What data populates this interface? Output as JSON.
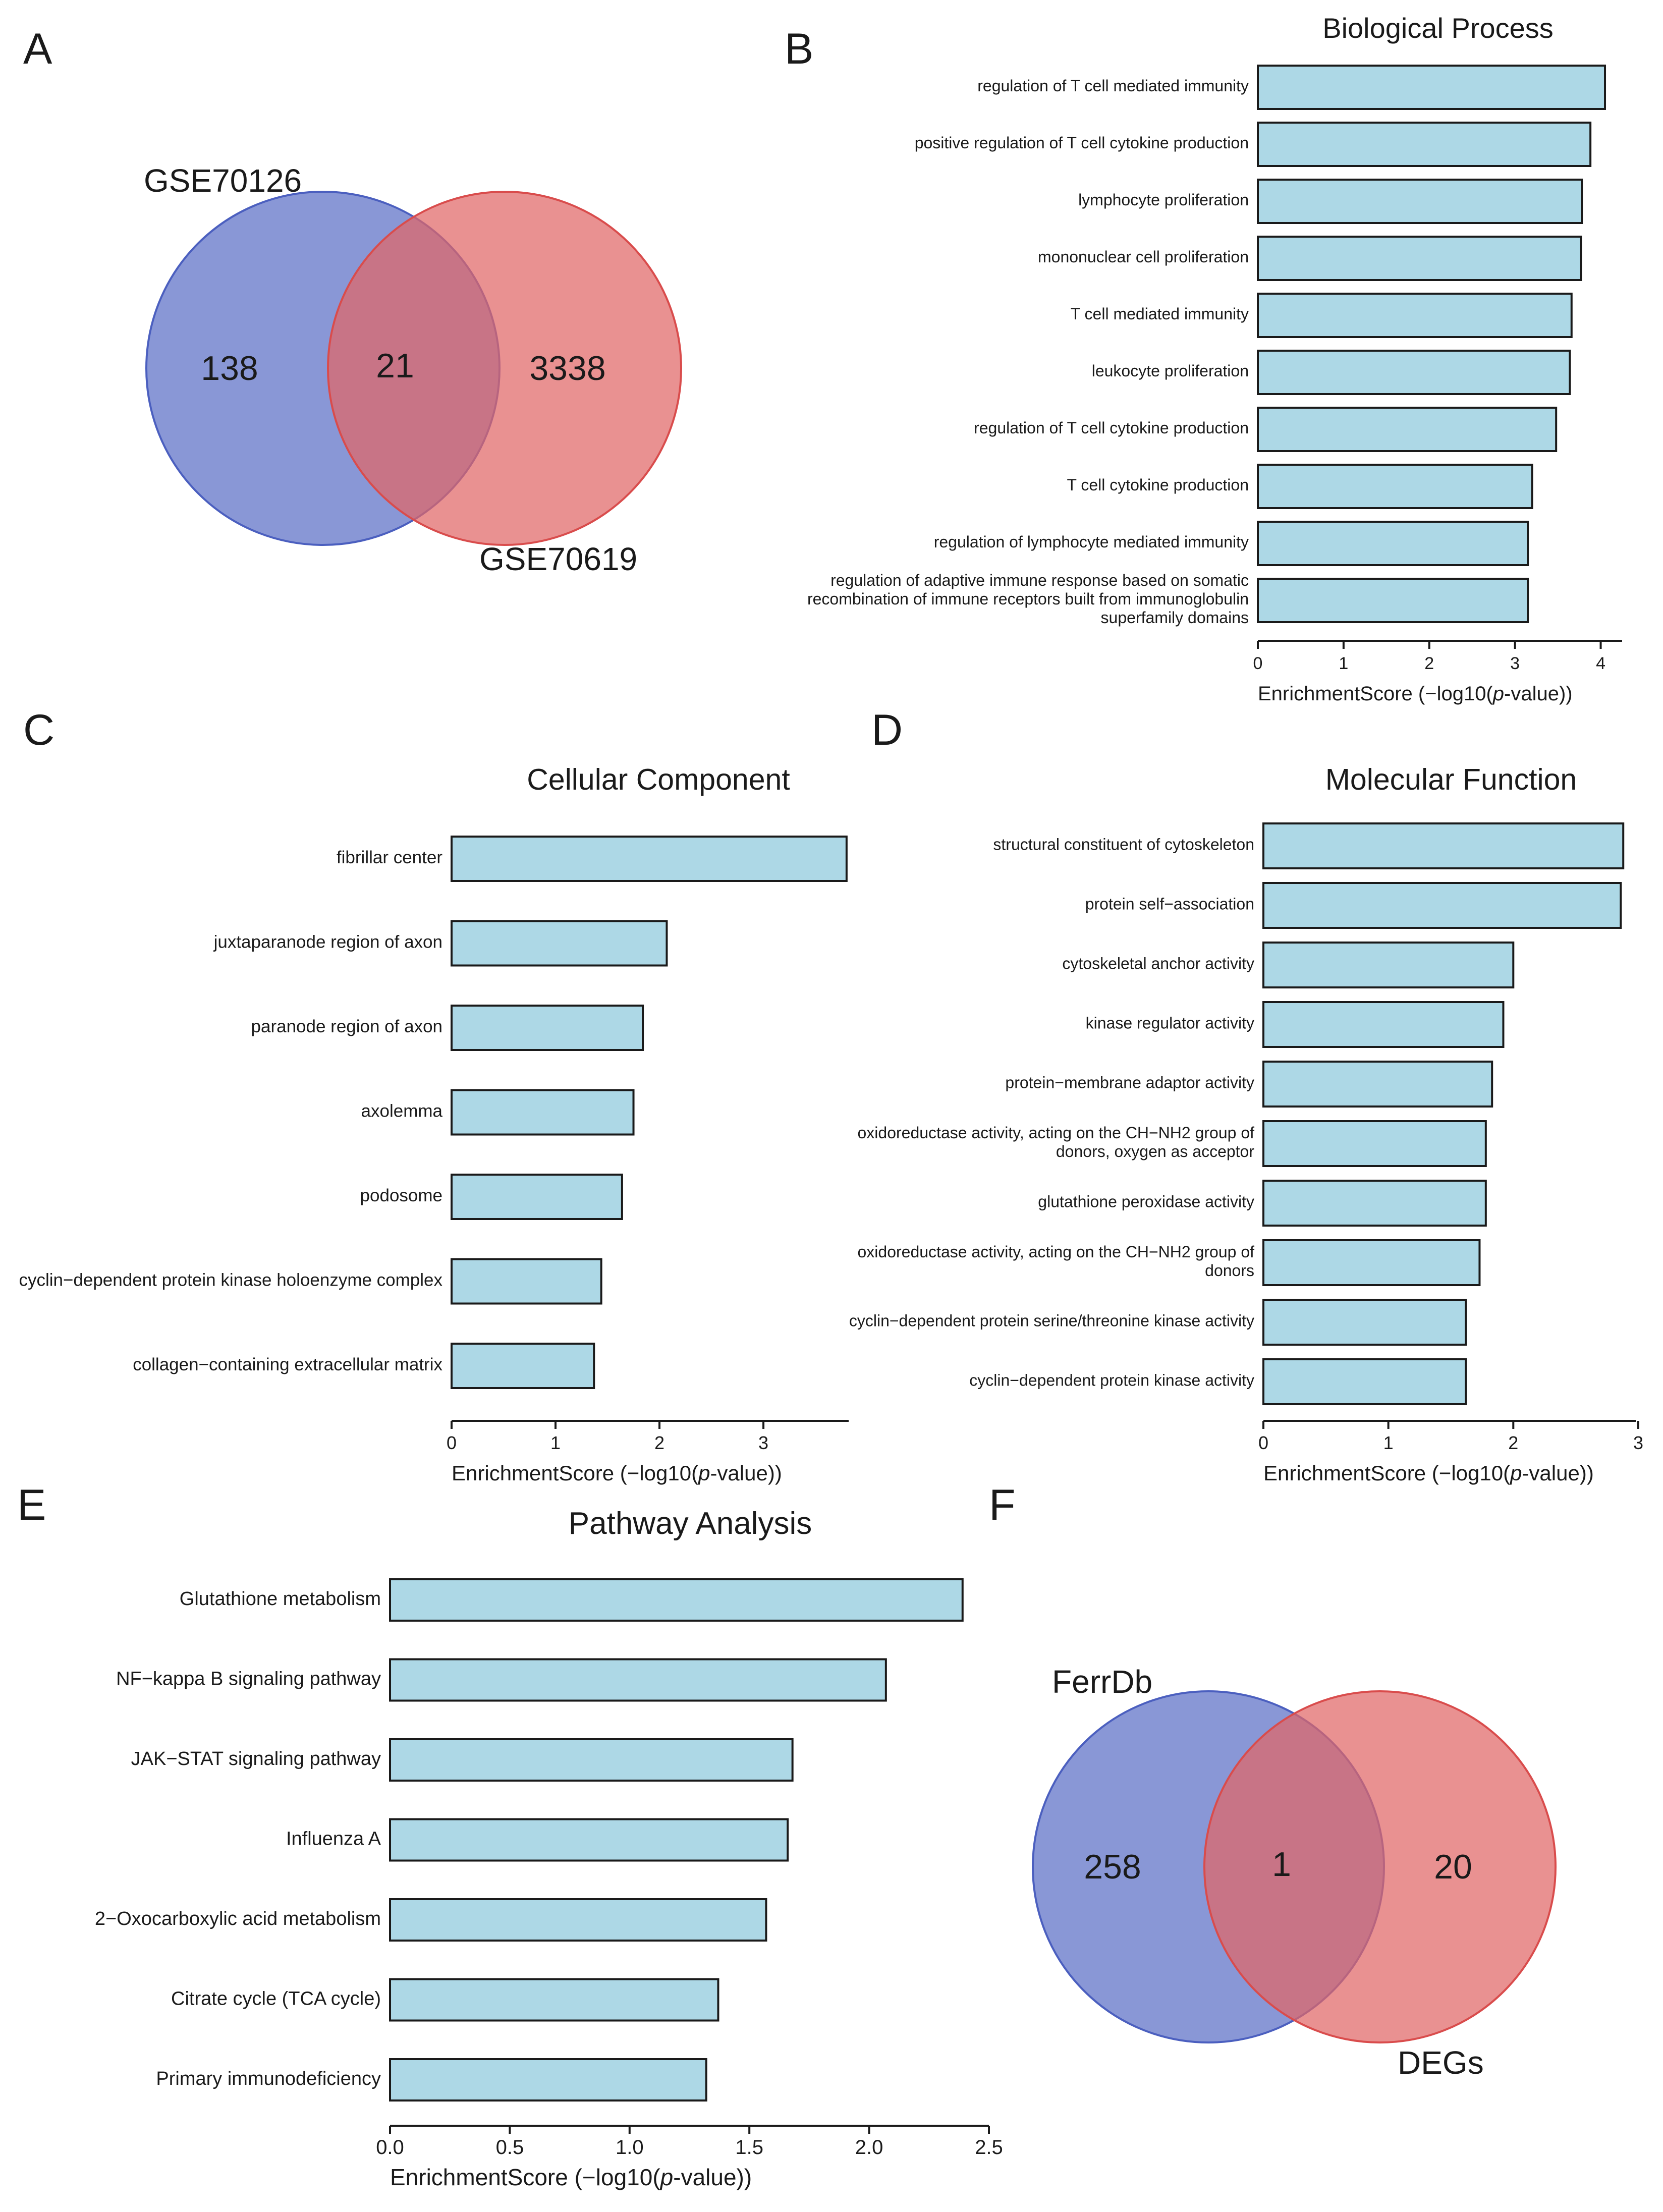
{
  "panels": {
    "A": "A",
    "B": "B",
    "C": "C",
    "D": "D",
    "E": "E",
    "F": "F"
  },
  "colors": {
    "venn_left": "#5b6fc6",
    "venn_right": "#e06666",
    "bar_fill": "#add8e6",
    "bar_stroke": "#1a1a1a"
  },
  "chart_data": [
    {
      "id": "A",
      "type": "venn",
      "sets": [
        {
          "name": "GSE70126",
          "only": 138
        },
        {
          "name": "GSE70619",
          "only": 3338
        }
      ],
      "intersection": 21
    },
    {
      "id": "B",
      "type": "bar",
      "orientation": "horizontal",
      "title": "Biological Process",
      "xlabel_prefix": "EnrichmentScore (−log10(",
      "xlabel_italic": "p",
      "xlabel_suffix": "-value))",
      "xlim": [
        0,
        4.25
      ],
      "xticks": [
        "0",
        "1",
        "2",
        "3",
        "4"
      ],
      "categories": [
        "regulation of T cell mediated immunity",
        "positive regulation of T cell cytokine production",
        "lymphocyte proliferation",
        "mononuclear cell proliferation",
        "T cell mediated immunity",
        "leukocyte proliferation",
        "regulation of T cell cytokine production",
        "T cell cytokine production",
        "regulation of lymphocyte mediated immunity",
        "regulation of adaptive immune response based on somatic recombination of immune receptors built from immunoglobulin superfamily domains"
      ],
      "category_lines": [
        [
          "regulation of T cell mediated immunity"
        ],
        [
          "positive regulation of T cell cytokine production"
        ],
        [
          "lymphocyte proliferation"
        ],
        [
          "mononuclear cell proliferation"
        ],
        [
          "T cell mediated immunity"
        ],
        [
          "leukocyte proliferation"
        ],
        [
          "regulation of T cell cytokine production"
        ],
        [
          "T cell cytokine production"
        ],
        [
          "regulation of lymphocyte mediated immunity"
        ],
        [
          "regulation of adaptive immune response based on somatic",
          "recombination of immune receptors built from immunoglobulin",
          "superfamily domains"
        ]
      ],
      "values": [
        4.05,
        3.88,
        3.78,
        3.77,
        3.66,
        3.64,
        3.48,
        3.2,
        3.15,
        3.15
      ]
    },
    {
      "id": "C",
      "type": "bar",
      "orientation": "horizontal",
      "title": "Cellular Component",
      "xlabel_prefix": "EnrichmentScore (−log10(",
      "xlabel_italic": "p",
      "xlabel_suffix": "-value))",
      "xlim": [
        0,
        3.82
      ],
      "xticks": [
        "0",
        "1",
        "2",
        "3"
      ],
      "categories": [
        "fibrillar center",
        "juxtaparanode region of axon",
        "paranode region of axon",
        "axolemma",
        "podosome",
        "cyclin−dependent protein kinase holoenzyme complex",
        "collagen−containing extracellular matrix"
      ],
      "category_lines": [
        [
          "fibrillar center"
        ],
        [
          "juxtaparanode region of axon"
        ],
        [
          "paranode region of axon"
        ],
        [
          "axolemma"
        ],
        [
          "podosome"
        ],
        [
          "cyclin−dependent protein kinase holoenzyme complex"
        ],
        [
          "collagen−containing extracellular matrix"
        ]
      ],
      "values": [
        3.8,
        2.07,
        1.84,
        1.75,
        1.64,
        1.44,
        1.37
      ]
    },
    {
      "id": "D",
      "type": "bar",
      "orientation": "horizontal",
      "title": "Molecular Function",
      "xlabel_prefix": "EnrichmentScore (−log10(",
      "xlabel_italic": "p",
      "xlabel_suffix": "-value))",
      "xlim": [
        0,
        2.98
      ],
      "xticks": [
        "0",
        "1",
        "2",
        "3"
      ],
      "categories": [
        "structural constituent of cytoskeleton",
        "protein self−association",
        "cytoskeletal anchor activity",
        "kinase regulator activity",
        "protein−membrane adaptor activity",
        "oxidoreductase activity, acting on the CH−NH2 group of donors, oxygen as acceptor",
        "glutathione peroxidase activity",
        "oxidoreductase activity, acting on the CH−NH2 group of donors",
        "cyclin−dependent protein serine/threonine kinase activity",
        "cyclin−dependent protein kinase activity"
      ],
      "category_lines": [
        [
          "structural constituent of cytoskeleton"
        ],
        [
          "protein self−association"
        ],
        [
          "cytoskeletal anchor activity"
        ],
        [
          "kinase regulator activity"
        ],
        [
          "protein−membrane adaptor activity"
        ],
        [
          "oxidoreductase activity, acting on the CH−NH2 group of",
          "donors, oxygen as acceptor"
        ],
        [
          "glutathione peroxidase activity"
        ],
        [
          "oxidoreductase activity, acting on the CH−NH2 group of",
          "donors"
        ],
        [
          "cyclin−dependent protein serine/threonine kinase activity"
        ],
        [
          "cyclin−dependent protein kinase activity"
        ]
      ],
      "values": [
        2.88,
        2.86,
        2.0,
        1.92,
        1.83,
        1.78,
        1.78,
        1.73,
        1.62,
        1.62
      ]
    },
    {
      "id": "E",
      "type": "bar",
      "orientation": "horizontal",
      "title": "Pathway Analysis",
      "xlabel_prefix": "EnrichmentScore (−log10(",
      "xlabel_italic": "p",
      "xlabel_suffix": "-value))",
      "xlim": [
        0,
        2.5
      ],
      "xticks": [
        "0.0",
        "0.5",
        "1.0",
        "1.5",
        "2.0",
        "2.5"
      ],
      "categories": [
        "Glutathione metabolism",
        "NF−kappa B signaling pathway",
        "JAK−STAT signaling pathway",
        "Influenza A",
        "2−Oxocarboxylic acid metabolism",
        "Citrate cycle (TCA cycle)",
        "Primary immunodeficiency"
      ],
      "category_lines": [
        [
          "Glutathione metabolism"
        ],
        [
          "NF−kappa B signaling pathway"
        ],
        [
          "JAK−STAT signaling pathway"
        ],
        [
          "Influenza A"
        ],
        [
          "2−Oxocarboxylic acid metabolism"
        ],
        [
          "Citrate cycle (TCA cycle)"
        ],
        [
          "Primary immunodeficiency"
        ]
      ],
      "values": [
        2.39,
        2.07,
        1.68,
        1.66,
        1.57,
        1.37,
        1.32
      ]
    },
    {
      "id": "F",
      "type": "venn",
      "sets": [
        {
          "name": "FerrDb",
          "only": 258
        },
        {
          "name": "DEGs",
          "only": 20
        }
      ],
      "intersection": 1
    }
  ]
}
